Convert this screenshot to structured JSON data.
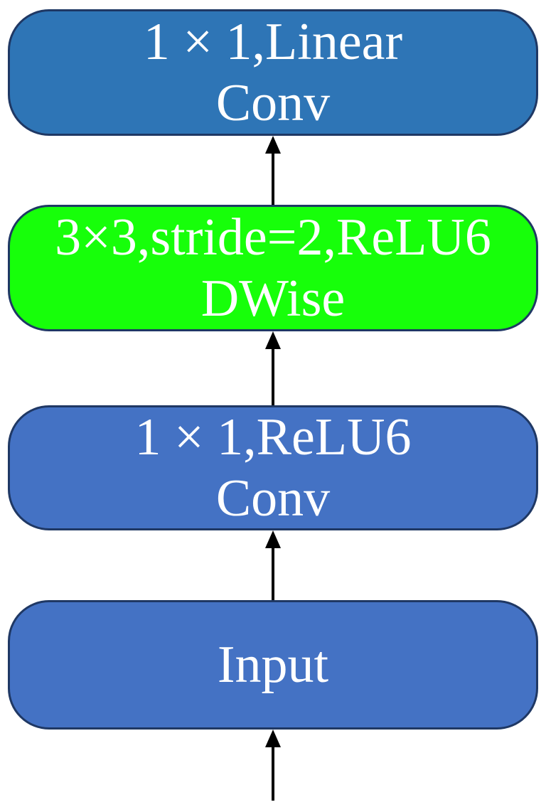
{
  "diagram": {
    "type": "flowchart",
    "direction": "bottom-to-top",
    "background": "#FFFFFF",
    "arrow_color": "#000000",
    "border_color": "#1F3864",
    "text_color": "#FFFFFF",
    "nodes": [
      {
        "id": "linear-conv",
        "line1": "1 × 1,Linear",
        "line2": "Conv",
        "fill": "#2E75B6"
      },
      {
        "id": "dwise",
        "line1": "3×3,stride=2,ReLU6",
        "line2": "DWise",
        "fill": "#17FF0A"
      },
      {
        "id": "relu6-conv",
        "line1": "1 × 1,ReLU6",
        "line2": "Conv",
        "fill": "#4472C4"
      },
      {
        "id": "input",
        "line1": "Input",
        "line2": "",
        "fill": "#4472C4"
      }
    ],
    "edges": [
      {
        "from": "external-input",
        "to": "input"
      },
      {
        "from": "input",
        "to": "relu6-conv"
      },
      {
        "from": "relu6-conv",
        "to": "dwise"
      },
      {
        "from": "dwise",
        "to": "linear-conv"
      }
    ]
  }
}
